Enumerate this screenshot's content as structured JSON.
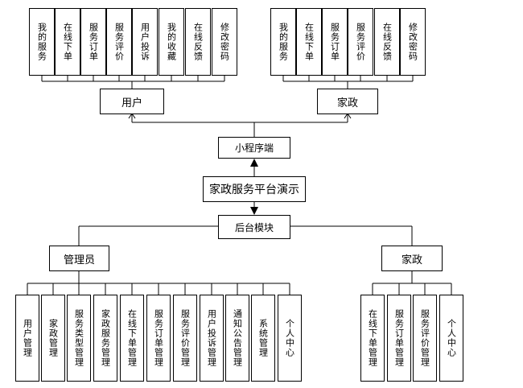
{
  "mini_program": {
    "label": "小程序端",
    "user": {
      "label": "用户",
      "items": [
        "我的服务",
        "在线下单",
        "服务订单",
        "服务评价",
        "用户投诉",
        "我的收藏",
        "在线反馈",
        "修改密码"
      ]
    },
    "housekeeping": {
      "label": "家政",
      "items": [
        "我的服务",
        "在线下单",
        "服务订单",
        "服务评价",
        "在线反馈",
        "修改密码"
      ]
    }
  },
  "root": {
    "label": "家政服务平台演示"
  },
  "backend": {
    "label": "后台模块",
    "admin": {
      "label": "管理员",
      "items": [
        "用户管理",
        "家政管理",
        "服务类型管理",
        "家政服务管理",
        "在线下单管理",
        "服务订单管理",
        "服务评价管理",
        "用户投诉管理",
        "通知公告管理",
        "系统管理",
        "个人中心"
      ]
    },
    "housekeeping": {
      "label": "家政",
      "items": [
        "在线下单管理",
        "服务订单管理",
        "服务评价管理",
        "个人中心"
      ]
    }
  }
}
